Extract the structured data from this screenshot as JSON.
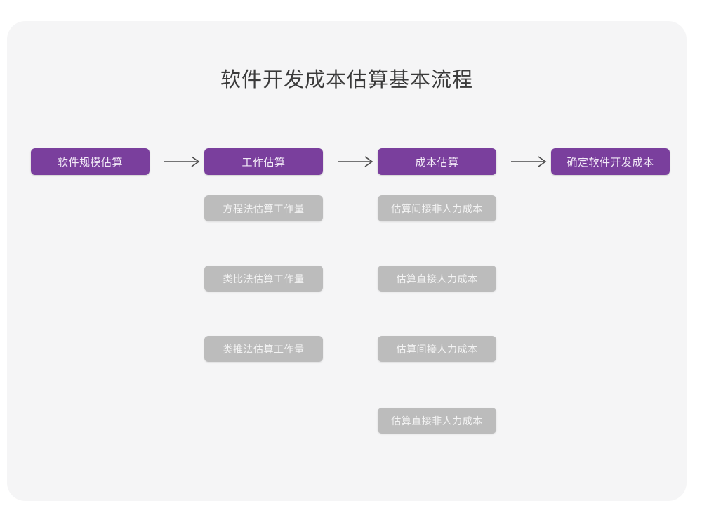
{
  "slide": {
    "title": "软件开发成本估算基本流程",
    "background_color": "#f5f5f6",
    "page_color": "#ffffff"
  },
  "colors": {
    "primary_node_fill": "#7a3f9d",
    "primary_node_text": "#f2eaf7",
    "secondary_node_fill": "#bcbcbc",
    "secondary_node_text": "#f3f3f3",
    "connector_line": "#cfcfcf",
    "arrow": "#4a4a4a",
    "title_text": "#3b3b3b"
  },
  "flow": {
    "main_steps": [
      {
        "label": "软件规模估算"
      },
      {
        "label": "工作估算"
      },
      {
        "label": "成本估算"
      },
      {
        "label": "确定软件开发成本"
      }
    ],
    "arrows": [
      {
        "glyph": "长箭头",
        "name": "arrow-1"
      },
      {
        "glyph": "长箭头",
        "name": "arrow-2"
      },
      {
        "glyph": "长箭头",
        "name": "arrow-3"
      }
    ],
    "branches": [
      {
        "parent": "工作估算",
        "items": [
          {
            "label": "方程法估算工作量"
          },
          {
            "label": "类比法估算工作量"
          },
          {
            "label": "类推法估算工作量"
          }
        ]
      },
      {
        "parent": "成本估算",
        "items": [
          {
            "label": "估算间接非人力成本"
          },
          {
            "label": "估算直接人力成本"
          },
          {
            "label": "估算间接人力成本"
          },
          {
            "label": "估算直接非人力成本"
          }
        ]
      }
    ]
  }
}
